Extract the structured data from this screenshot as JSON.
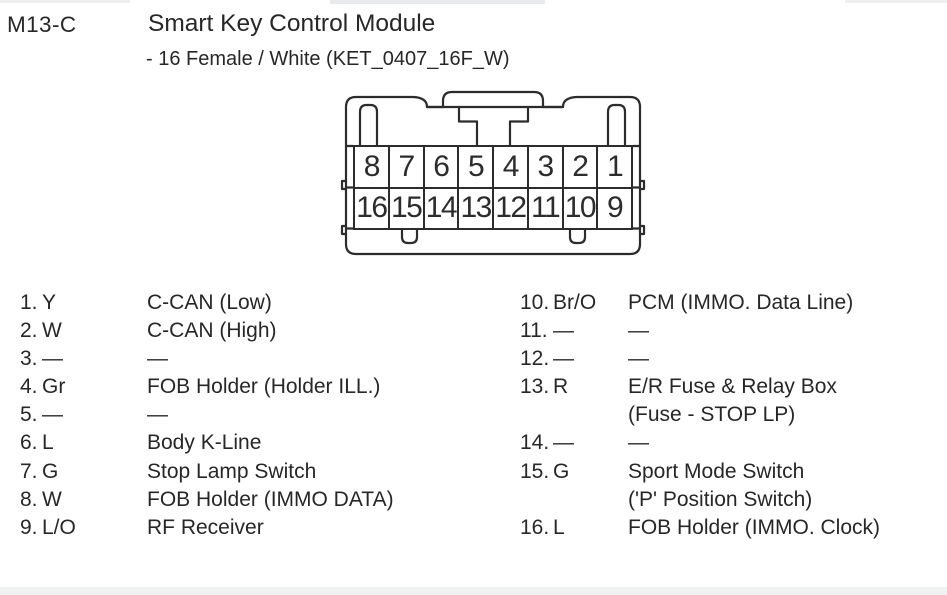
{
  "header": {
    "connector_id": "M13-C",
    "title": "Smart Key Control Module",
    "subtitle": "- 16 Female / White (KET_0407_16F_W)"
  },
  "connector": {
    "top_row": [
      "8",
      "7",
      "6",
      "5",
      "4",
      "3",
      "2",
      "1"
    ],
    "bottom_row": [
      "16",
      "15",
      "14",
      "13",
      "12",
      "11",
      "10",
      "9"
    ]
  },
  "pins_left": [
    {
      "num": "1.",
      "color": "Y",
      "desc": "C-CAN (Low)"
    },
    {
      "num": "2.",
      "color": "W",
      "desc": "C-CAN (High)"
    },
    {
      "num": "3.",
      "color": "—",
      "desc": "—"
    },
    {
      "num": "4.",
      "color": "Gr",
      "desc": "FOB Holder (Holder ILL.)"
    },
    {
      "num": "5.",
      "color": "—",
      "desc": "—"
    },
    {
      "num": "6.",
      "color": "L",
      "desc": "Body K-Line"
    },
    {
      "num": "7.",
      "color": "G",
      "desc": "Stop Lamp Switch"
    },
    {
      "num": "8.",
      "color": "W",
      "desc": "FOB Holder (IMMO DATA)"
    },
    {
      "num": "9.",
      "color": "L/O",
      "desc": "RF Receiver"
    }
  ],
  "pins_right": [
    {
      "num": "10.",
      "color": "Br/O",
      "desc": "PCM (IMMO. Data Line)"
    },
    {
      "num": "11.",
      "color": "—",
      "desc": "—"
    },
    {
      "num": "12.",
      "color": "—",
      "desc": "—"
    },
    {
      "num": "13.",
      "color": "R",
      "desc": "E/R Fuse & Relay Box",
      "desc2": "(Fuse - STOP LP)"
    },
    {
      "num": "14.",
      "color": "—",
      "desc": "—"
    },
    {
      "num": "15.",
      "color": "G",
      "desc": "Sport Mode Switch",
      "desc2": "('P' Position Switch)"
    },
    {
      "num": "16.",
      "color": "L",
      "desc": "FOB Holder (IMMO. Clock)"
    }
  ]
}
